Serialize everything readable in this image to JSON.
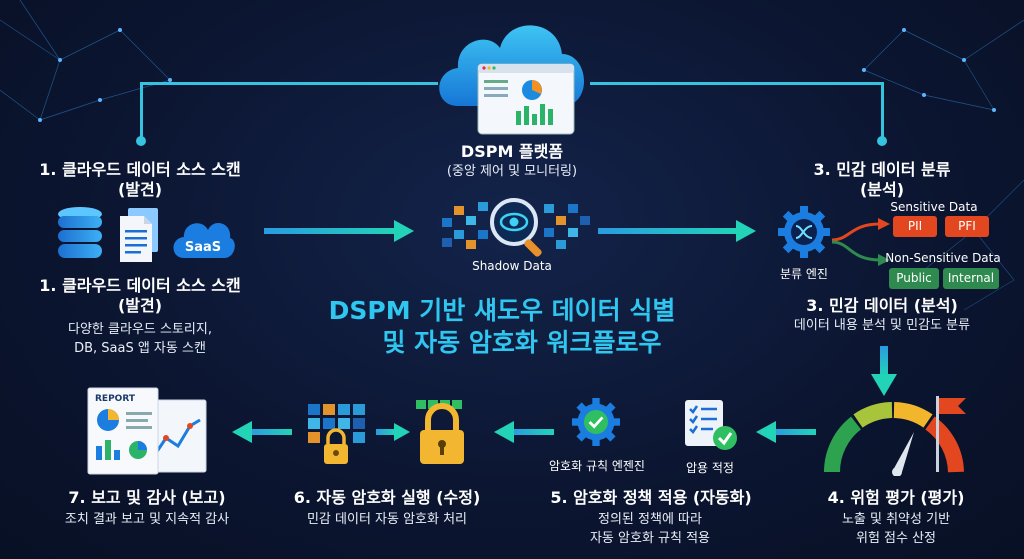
{
  "hero": {
    "line1": "DSPM 기반 섀도우 데이터 식별",
    "line2": "및 자동 암호화 워크플로우"
  },
  "platform": {
    "title": "DSPM 플랫폼",
    "subtitle": "(중앙 제어 및 모니터링)"
  },
  "step1_top": {
    "title_line1": "1. 클라우드 데이터 소스 스캔",
    "title_line2": "(발견)",
    "saas_label": "SaaS"
  },
  "step1_bottom": {
    "title_line1": "1. 클라우드 데이터 소스 스캔",
    "title_line2": "(발견)",
    "desc_line1": "다양한 클라우드 스토리지,",
    "desc_line2": "DB, SaaS 앱 자동 스캔"
  },
  "shadow": {
    "label": "Shadow Data"
  },
  "step3_top": {
    "title_line1": "3. 민감 데이터 분류",
    "title_line2": "(분석)",
    "engine_label": "분류 엔진",
    "sensitive": {
      "label": "Sensitive Data",
      "tags": [
        "PII",
        "PFI"
      ]
    },
    "nonsensitive": {
      "label": "Non-Sensitive Data",
      "tags": [
        "Public",
        "Internal"
      ]
    }
  },
  "step3_bottom": {
    "title": "3. 민감 데이터 (분석)",
    "desc": "데이터 내용 분석 및 민감도 분류"
  },
  "step4": {
    "title": "4. 위험 평가 (평가)",
    "desc_line1": "노출 및 취약성 기반",
    "desc_line2": "위험 점수 산정"
  },
  "step5": {
    "title": "5. 암호화 정책 적용 (자동화)",
    "desc_line1": "정의된 정책에 따라",
    "desc_line2": "자동 암호화 규칙 적용",
    "engine_label": "암호화 규칙 엔젠진",
    "apply_label": "압용 적정"
  },
  "step6": {
    "title": "6. 자동 암호화 실행 (수정)",
    "desc": "민감 데이터 자동 암호화 처리"
  },
  "step7": {
    "title": "7. 보고 및 감사 (보고)",
    "desc": "조치 결과 보고 및 지속적 감사",
    "report_label": "REPORT"
  },
  "colors": {
    "accent": "#2fc6f0",
    "arrow": "#22d3c0",
    "red": "#e2471f",
    "green": "#2e8a4e",
    "background": "#0b1530"
  }
}
